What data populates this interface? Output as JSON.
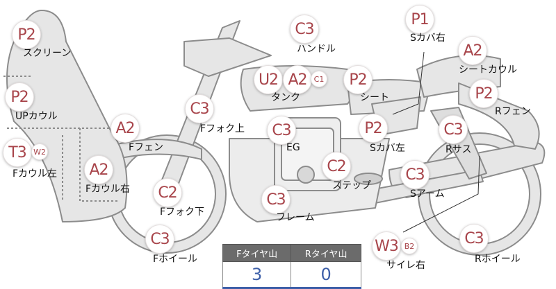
{
  "parts": [
    {
      "id": "screen",
      "label": "スクリーン",
      "codes": [
        {
          "text": "P2"
        }
      ]
    },
    {
      "id": "up-cowl",
      "label": "UPカウル",
      "codes": [
        {
          "text": "P2"
        }
      ]
    },
    {
      "id": "f-cowl-left",
      "label": "Fカウル左",
      "codes": [
        {
          "text": "T3"
        },
        {
          "text": "W2",
          "small": true
        }
      ]
    },
    {
      "id": "f-fender",
      "label": "Fフェン",
      "codes": [
        {
          "text": "A2"
        }
      ]
    },
    {
      "id": "f-cowl-right",
      "label": "Fカウル右",
      "codes": [
        {
          "text": "A2"
        }
      ]
    },
    {
      "id": "f-fork-upper",
      "label": "Fフォク上",
      "codes": [
        {
          "text": "C3"
        }
      ]
    },
    {
      "id": "f-fork-lower",
      "label": "Fフォク下",
      "codes": [
        {
          "text": "C2"
        }
      ]
    },
    {
      "id": "f-wheel",
      "label": "Fホイール",
      "codes": [
        {
          "text": "C3"
        }
      ]
    },
    {
      "id": "handle",
      "label": "ハンドル",
      "codes": [
        {
          "text": "C3"
        }
      ]
    },
    {
      "id": "tank",
      "label": "タンク",
      "codes": [
        {
          "text": "U2"
        },
        {
          "text": "A2"
        },
        {
          "text": "C1",
          "small": true
        }
      ]
    },
    {
      "id": "eg",
      "label": "EG",
      "codes": [
        {
          "text": "C3"
        }
      ]
    },
    {
      "id": "frame",
      "label": "フレーム",
      "codes": [
        {
          "text": "C3"
        }
      ]
    },
    {
      "id": "step",
      "label": "ステップ",
      "codes": [
        {
          "text": "C2"
        }
      ]
    },
    {
      "id": "seat",
      "label": "シート",
      "codes": [
        {
          "text": "P2"
        }
      ]
    },
    {
      "id": "s-cover-left",
      "label": "Sカバ左",
      "codes": [
        {
          "text": "P2"
        }
      ]
    },
    {
      "id": "s-cover-right",
      "label": "Sカバ右",
      "codes": [
        {
          "text": "P1"
        }
      ]
    },
    {
      "id": "seat-cowl",
      "label": "シートカウル",
      "codes": [
        {
          "text": "A2"
        }
      ]
    },
    {
      "id": "r-fender",
      "label": "Rフェン",
      "codes": [
        {
          "text": "P2"
        }
      ]
    },
    {
      "id": "r-sus",
      "label": "Rサス",
      "codes": [
        {
          "text": "C3"
        }
      ]
    },
    {
      "id": "s-arm",
      "label": "Sアーム",
      "codes": [
        {
          "text": "C3"
        }
      ]
    },
    {
      "id": "muffler-right",
      "label": "サイレ右",
      "codes": [
        {
          "text": "W3"
        },
        {
          "text": "B2",
          "small": true
        }
      ]
    },
    {
      "id": "r-wheel",
      "label": "Rホイール",
      "codes": [
        {
          "text": "C3"
        }
      ]
    }
  ],
  "tire_table": {
    "headers": [
      "Fタイヤ山",
      "Rタイヤ山"
    ],
    "values": [
      "3",
      "0"
    ]
  },
  "colors": {
    "badge_text": "#a8454b",
    "bike_fill": "#e6e6e6",
    "bike_stroke": "#8c8c8c",
    "table_header": "#6b6b6b",
    "table_value": "#3d5fa8"
  }
}
